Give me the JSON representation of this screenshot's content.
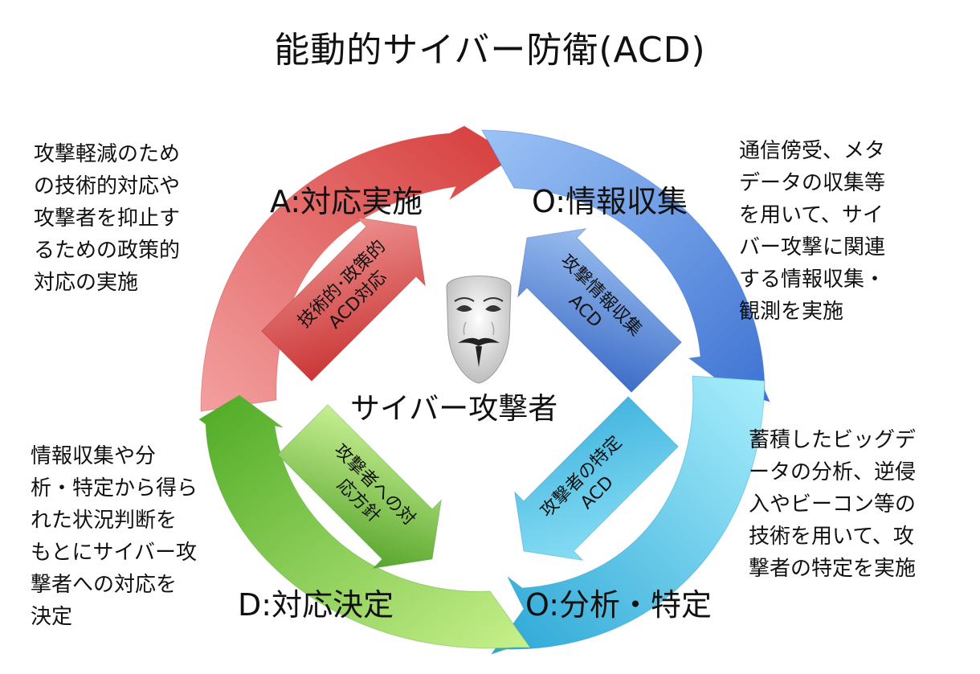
{
  "title": "能動的サイバー防衛(ACD)",
  "center": {
    "label": "サイバー攻撃者",
    "icon": "anonymous-mask-icon"
  },
  "stages": {
    "act": {
      "label": "A:対応実施",
      "description": "攻撃軽減のため\nの技術的対応や\n攻撃者を抑止す\nるための政策的\n対応の実施",
      "arrow_text": "技術的･政策的\nACD対応",
      "color": "#d9413f"
    },
    "observe": {
      "label": "O:情報収集",
      "description": "通信傍受、メタ\nデータの収集等\nを用いて、サイ\nバー攻撃に関連\nする情報収集・\n観測を実施",
      "arrow_text": "攻撃情報収集\nACD",
      "color": "#4a84dc"
    },
    "orient": {
      "label": "O:分析・特定",
      "description": "蓄積したビッグデ\nータの分析、逆侵\n入やビーコン等の\n技術を用いて、攻\n撃者の特定を実施",
      "arrow_text": "攻撃者の特定\nACD",
      "color": "#36b4dc"
    },
    "decide": {
      "label": "D:対応決定",
      "description": "情報収集や分\n析・特定から得ら\nれた状況判断を\nもとにサイバー攻\n撃者への対応を\n決定",
      "arrow_text": "攻撃者への対\n応方針",
      "color": "#5fb82a"
    }
  }
}
